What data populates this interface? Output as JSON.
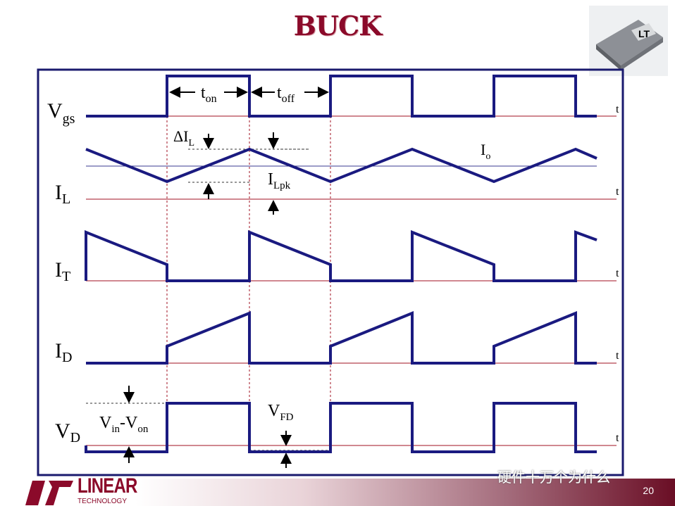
{
  "title": "BUCK",
  "signals": {
    "vgs": {
      "main": "V",
      "sub": "gs"
    },
    "il": {
      "main": "I",
      "sub": "L"
    },
    "it": {
      "main": "I",
      "sub": "T"
    },
    "id": {
      "main": "I",
      "sub": "D"
    },
    "vd": {
      "main": "V",
      "sub": "D"
    }
  },
  "time_axis_label": "t",
  "annotations": {
    "ton": {
      "main": "t",
      "sub": "on"
    },
    "toff": {
      "main": "t",
      "sub": "off"
    },
    "delta_il": {
      "main": "ΔI",
      "sub": "L"
    },
    "io": {
      "main": "I",
      "sub": "o"
    },
    "ilpk": {
      "main": "I",
      "sub": "Lpk"
    },
    "vin_von": {
      "a": "V",
      "a_sub": "in",
      "dash": "-V",
      "b_sub": "on"
    },
    "vfd": {
      "main": "V",
      "sub": "FD"
    }
  },
  "footer": {
    "logo": "LINEAR",
    "logo_sub": "TECHNOLOGY",
    "page_number": "20",
    "watermark": "硬件十万个为什么"
  },
  "colors": {
    "wave": "#1a1a80",
    "frame": "#1a1a6e",
    "baseline": "#a01020",
    "brand": "#8b0a2a"
  }
}
